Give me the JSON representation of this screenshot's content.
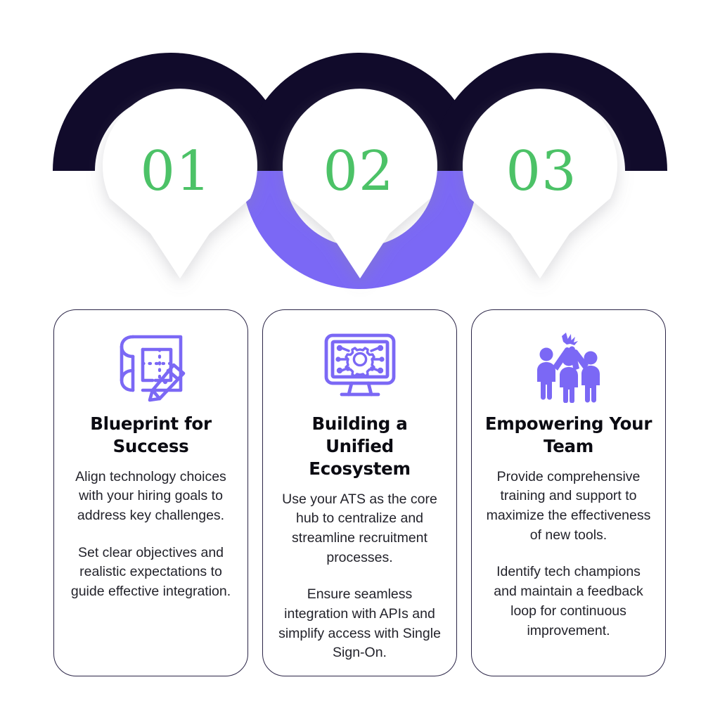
{
  "theme": {
    "background": "#FFFFFF",
    "dark_navy": "#110B2B",
    "purple": "#7B68F5",
    "green": "#4CC267",
    "card_border": "#2B2547",
    "title_color": "#0B0B12",
    "body_color": "#23232B"
  },
  "steps": [
    {
      "number": "01",
      "arc_color": "#110B2B"
    },
    {
      "number": "02",
      "arc_color": "#7B68F5"
    },
    {
      "number": "03",
      "arc_color": "#110B2B"
    }
  ],
  "cards": [
    {
      "icon": "blueprint-pencil-icon",
      "title": "Blueprint for Success",
      "paragraphs": [
        "Align technology choices with your hiring goals to address key challenges.",
        "Set clear objectives and realistic expectations to guide effective integration."
      ]
    },
    {
      "icon": "monitor-gear-network-icon",
      "title": "Building a Unified Ecosystem",
      "paragraphs": [
        "Use your ATS as the core hub to centralize and streamline recruitment processes.",
        "Ensure seamless integration with APIs and simplify access with Single Sign-On."
      ]
    },
    {
      "icon": "team-celebration-icon",
      "title": "Empowering Your Team",
      "paragraphs": [
        "Provide comprehensive training and support to maximize the effectiveness of new tools.",
        "Identify tech champions and maintain a feedback loop for continuous improvement."
      ]
    }
  ]
}
